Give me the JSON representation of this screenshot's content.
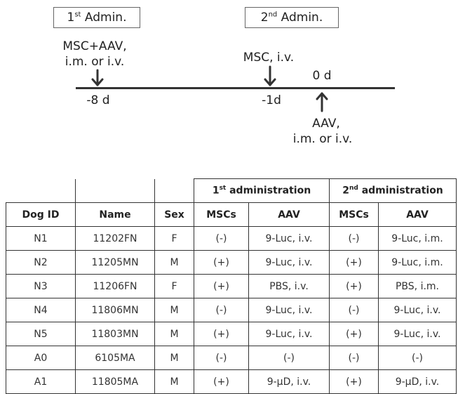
{
  "timeline": {
    "first_admin": {
      "base": "1",
      "sup": "st",
      "rest": " Admin."
    },
    "second_admin": {
      "base": "2",
      "sup": "nd",
      "rest": " Admin."
    },
    "label_msc_aav_line1": "MSC+AAV,",
    "label_msc_aav_line2": "i.m. or i.v.",
    "label_msc_iv": "MSC, i.v.",
    "label_0d": "0 d",
    "label_minus8": "-8 d",
    "label_minus1": "-1d",
    "label_aav_line1": "AAV,",
    "label_aav_line2": "i.m. or i.v."
  },
  "table": {
    "group1": {
      "base": "1",
      "sup": "st",
      "rest": " administration"
    },
    "group2": {
      "base": "2",
      "sup": "nd",
      "rest": " administration"
    },
    "headers": [
      "Dog ID",
      "Name",
      "Sex",
      "MSCs",
      "AAV",
      "MSCs",
      "AAV"
    ],
    "rows": [
      [
        "N1",
        "11202FN",
        "F",
        "(-)",
        "9-Luc, i.v.",
        "(-)",
        "9-Luc, i.m."
      ],
      [
        "N2",
        "11205MN",
        "M",
        "(+)",
        "9-Luc, i.v.",
        "(+)",
        "9-Luc, i.m."
      ],
      [
        "N3",
        "11206FN",
        "F",
        "(+)",
        "PBS, i.v.",
        "(+)",
        "PBS, i.m."
      ],
      [
        "N4",
        "11806MN",
        "M",
        "(-)",
        "9-Luc, i.v.",
        "(-)",
        "9-Luc, i.v."
      ],
      [
        "N5",
        "11803MN",
        "M",
        "(+)",
        "9-Luc, i.v.",
        "(+)",
        "9-Luc, i.v."
      ],
      [
        "A0",
        "6105MA",
        "M",
        "(-)",
        "(-)",
        "(-)",
        "(-)"
      ],
      [
        "A1",
        "11805MA",
        "M",
        "(+)",
        "9-μD, i.v.",
        "(+)",
        "9-μD, i.v."
      ]
    ]
  }
}
